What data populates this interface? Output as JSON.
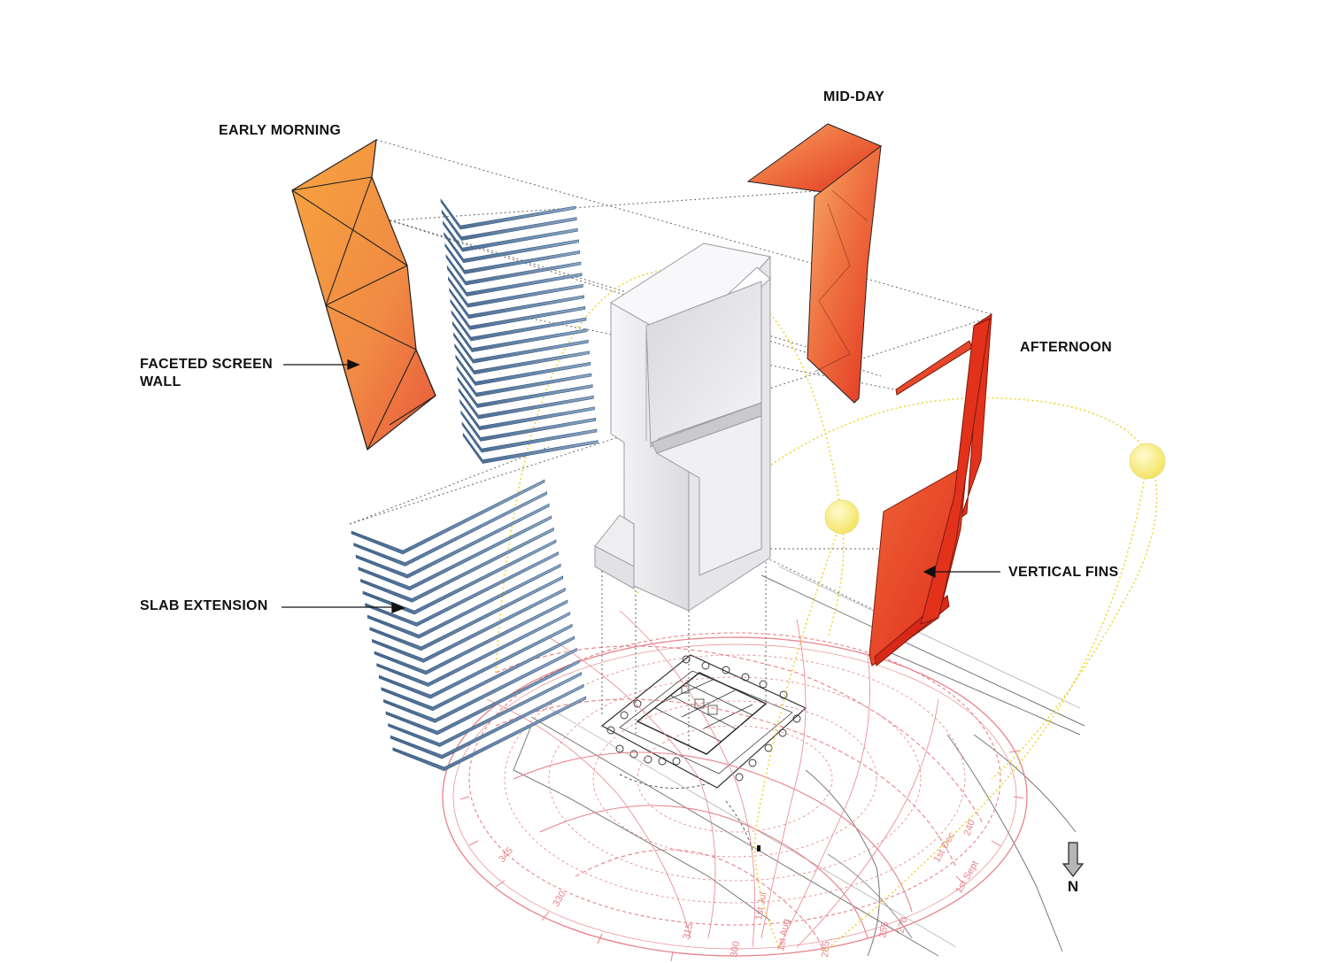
{
  "labels": {
    "early_morning": "EARLY MORNING",
    "mid_day": "MID-DAY",
    "afternoon": "AFTERNOON",
    "faceted_screen_wall_line1": "FACETED SCREEN",
    "faceted_screen_wall_line2": "WALL",
    "vertical_fins": "VERTICAL FINS",
    "slab_extension": "SLAB EXTENSION",
    "north": "N"
  },
  "sun_chart_labels": [
    "1st Dec",
    "240",
    "255",
    "270",
    "285",
    "1st Aug",
    "300",
    "315",
    "330",
    "345",
    "1st Jul",
    "1st Sept"
  ],
  "icons": [
    "north-arrow-icon",
    "sun-icon"
  ],
  "colors": {
    "screen_orange_light": "#f6a23e",
    "screen_orange_dark": "#e9583c",
    "fin_red": "#e2321c",
    "slab_blue": "#4d6f96",
    "sun_yellow": "#f7ea6a",
    "sunpath_red": "#e8828a",
    "tower_white": "#f2f2f4"
  }
}
